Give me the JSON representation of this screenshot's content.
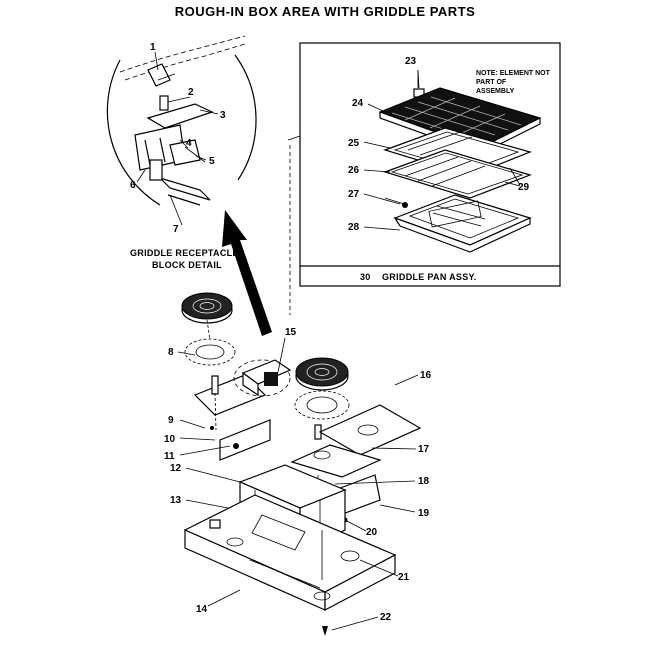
{
  "title": "ROUGH-IN BOX AREA WITH GRIDDLE PARTS",
  "note": {
    "lines": [
      "NOTE: ELEMENT NOT",
      "PART OF",
      "ASSEMBLY"
    ]
  },
  "assembly_label": {
    "number": "30",
    "text": "GRIDDLE PAN ASSY."
  },
  "detail_label": {
    "lines": [
      "GRIDDLE RECEPTACLE",
      "BLOCK DETAIL"
    ]
  },
  "callouts": [
    "1",
    "2",
    "3",
    "4",
    "5",
    "6",
    "7",
    "8",
    "9",
    "10",
    "11",
    "12",
    "13",
    "14",
    "15",
    "16",
    "17",
    "18",
    "19",
    "20",
    "21",
    "22",
    "23",
    "24",
    "25",
    "26",
    "27",
    "28",
    "29"
  ]
}
